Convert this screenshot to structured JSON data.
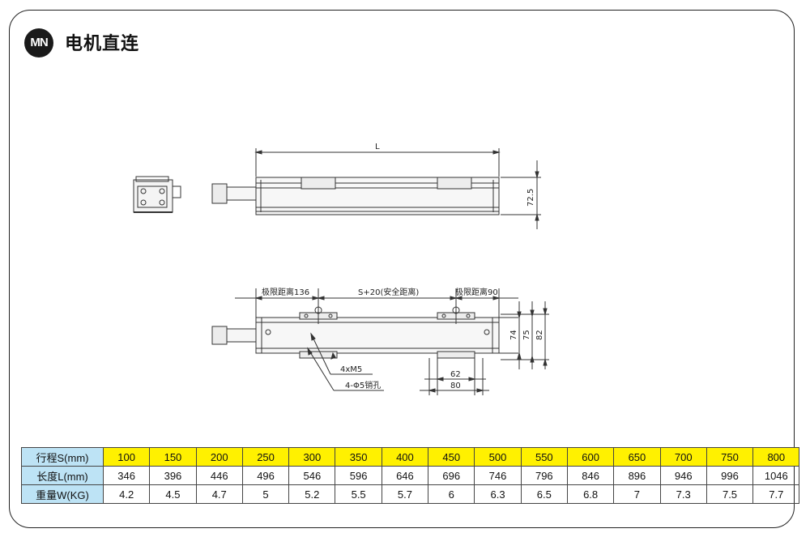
{
  "header": {
    "badge": "MN",
    "title": "电机直连"
  },
  "drawing": {
    "top_view": {
      "length_label": "L",
      "height_label": "72.5"
    },
    "side_view": {
      "limit_left_label": "极限距离136",
      "stroke_label": "S+20(安全距离)",
      "limit_right_label": "极限距离90",
      "dim_74": "74",
      "dim_75": "75",
      "dim_82": "82",
      "dim_62": "62",
      "dim_80": "80",
      "screw_label": "4xM5",
      "pin_label": "4-Φ5销孔"
    }
  },
  "spec_table": {
    "rows": [
      {
        "header": "行程S(mm)",
        "values": [
          "100",
          "150",
          "200",
          "250",
          "300",
          "350",
          "400",
          "450",
          "500",
          "550",
          "600",
          "650",
          "700",
          "750",
          "800"
        ]
      },
      {
        "header": "长度L(mm)",
        "values": [
          "346",
          "396",
          "446",
          "496",
          "546",
          "596",
          "646",
          "696",
          "746",
          "796",
          "846",
          "896",
          "946",
          "996",
          "1046"
        ]
      },
      {
        "header": "重量W(KG)",
        "values": [
          "4.2",
          "4.5",
          "4.7",
          "5",
          "5.2",
          "5.5",
          "5.7",
          "6",
          "6.3",
          "6.5",
          "6.8",
          "7",
          "7.3",
          "7.5",
          "7.7"
        ]
      }
    ],
    "colors": {
      "header_bg": "#bde3f5",
      "stroke_row_bg": "#fff100"
    }
  }
}
